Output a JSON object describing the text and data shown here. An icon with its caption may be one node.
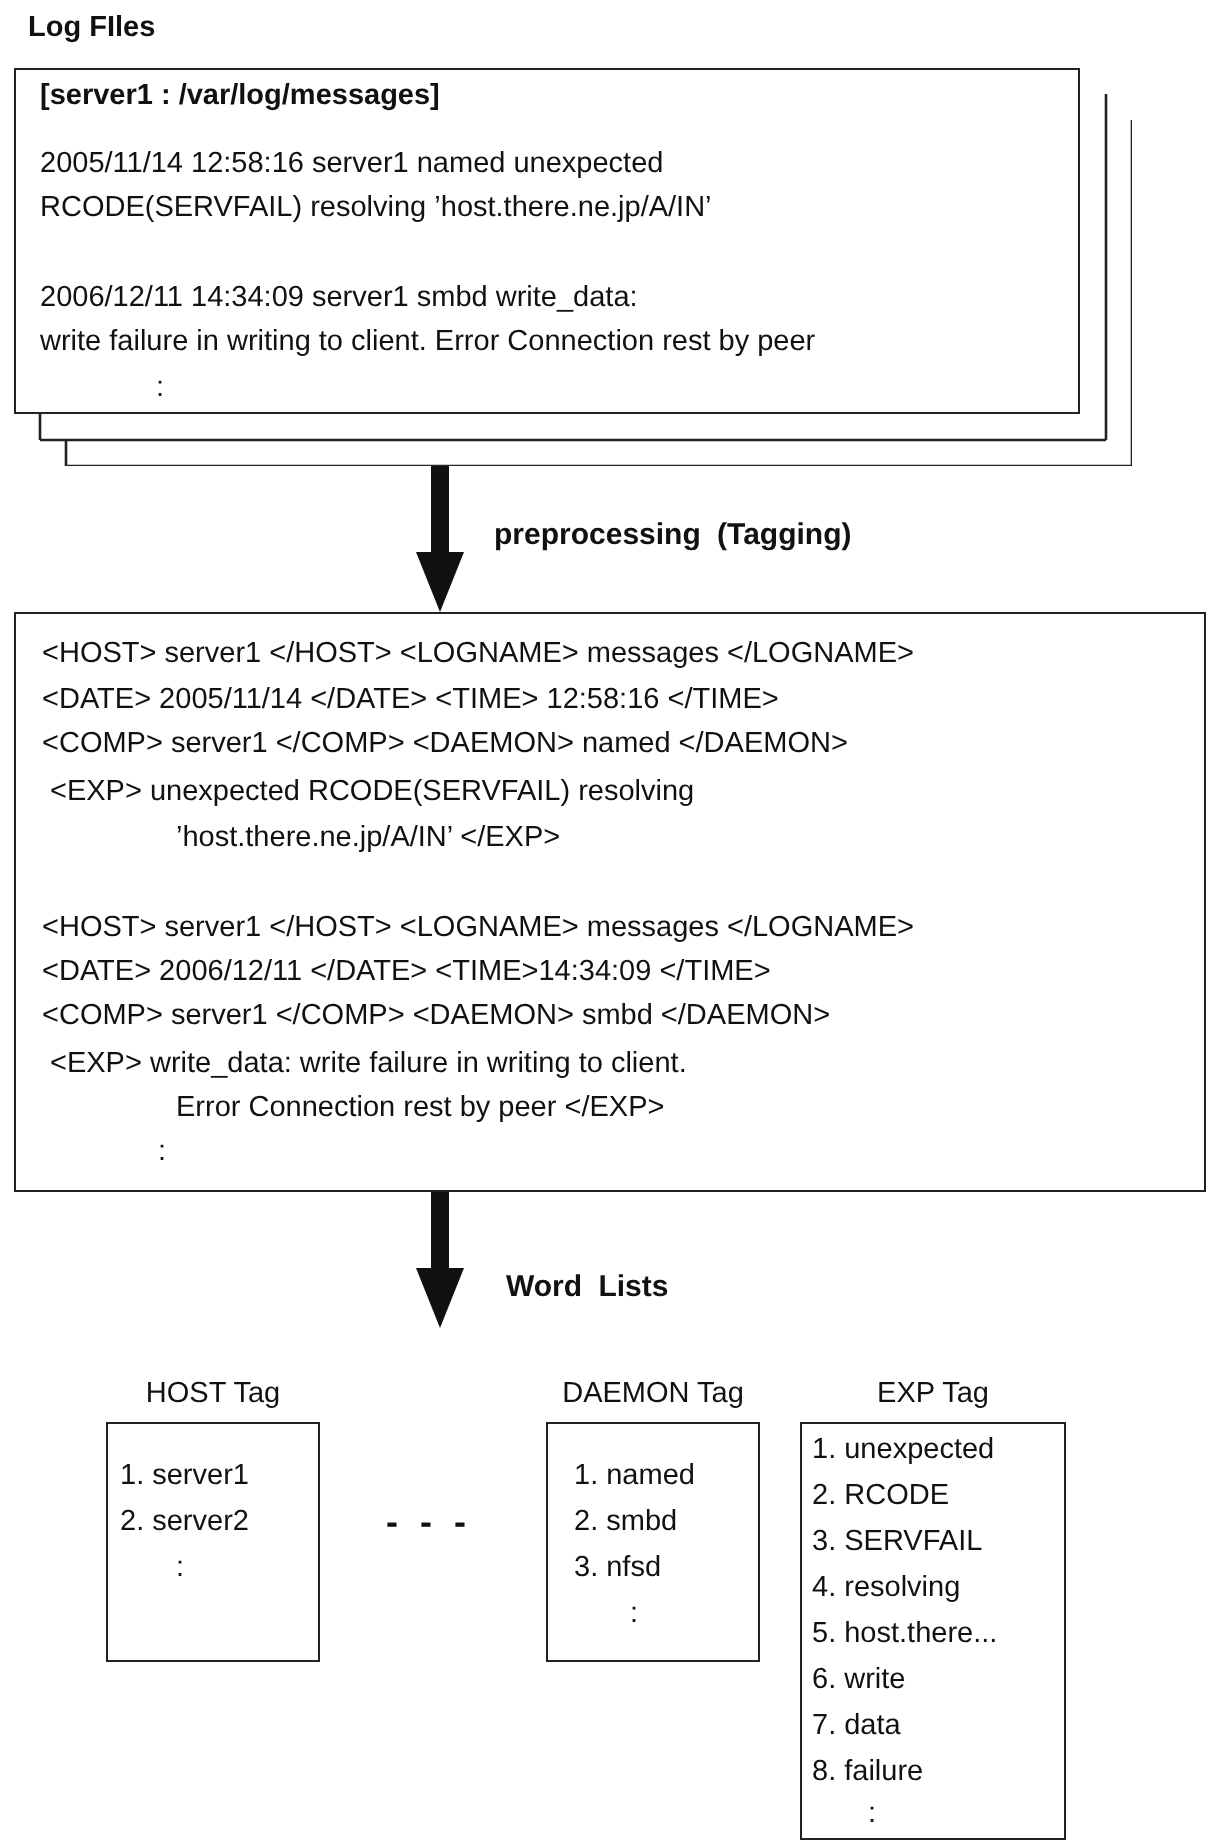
{
  "diagram": {
    "title": "Log FIles",
    "nodes": [
      {
        "text": [
          "[server1 : /var/log/messages]",
          "2005/11/14 12:58:16 server1 named unexpected",
          "RCODE(SERVFAIL) resolving ’host.there.ne.jp/A/IN’",
          "2006/12/11 14:34:09 server1 smbd write_data:",
          "write failure in writing to client. Error Connection rest by peer",
          ":"
        ]
      },
      {
        "text": [
          "<HOST> server1 </HOST> <LOGNAME> messages </LOGNAME>",
          "<DATE> 2005/11/14 </DATE> <TIME> 12:58:16 </TIME>",
          "<COMP> server1 </COMP> <DAEMON> named </DAEMON>",
          "<EXP> unexpected RCODE(SERVFAIL) resolving",
          "’host.there.ne.jp/A/IN’ </EXP>",
          "<HOST> server1 </HOST> <LOGNAME> messages </LOGNAME>",
          "<DATE> 2006/12/11 </DATE> <TIME>14:34:09 </TIME>",
          "<COMP> server1 </COMP> <DAEMON> smbd </DAEMON>",
          "<EXP> write_data: write failure in writing to client.",
          "Error Connection rest by peer </EXP>",
          ":"
        ]
      },
      {
        "text": [
          "HOST Tag",
          "1. server1",
          "2. server2",
          ":"
        ]
      },
      {
        "text": [
          "DAEMON Tag",
          "1. named",
          "2. smbd",
          "3. nfsd",
          ":"
        ]
      },
      {
        "text": [
          "EXP Tag",
          "1. unexpected",
          "2. RCODE",
          "3. SERVFAIL",
          "4. resolving",
          "5. host.there...",
          "6. write",
          "7. data",
          "8. failure",
          ":"
        ]
      }
    ],
    "edges": [
      {
        "from": 0,
        "to": 1,
        "arrow": "to",
        "label": "preprocessing (Tagging)"
      },
      {
        "from": 1,
        "to": null,
        "arrow": "to",
        "label": "Word Lists"
      }
    ],
    "labels": [
      "- - -"
    ]
  }
}
